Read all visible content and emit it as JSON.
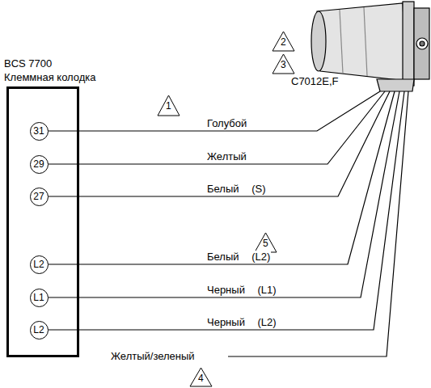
{
  "diagram": {
    "nodes": [
      {
        "text": [
          "BCS 7700",
          "Клеммная колодка"
        ]
      },
      {
        "text": [
          "31"
        ],
        "in": 0
      },
      {
        "text": [
          "29"
        ],
        "in": 0
      },
      {
        "text": [
          "27"
        ],
        "in": 0
      },
      {
        "text": [
          "L2"
        ],
        "in": 0
      },
      {
        "text": [
          "L1"
        ],
        "in": 0
      },
      {
        "text": [
          "L2"
        ],
        "in": 0
      },
      {
        "text": [
          "C7012E,F"
        ]
      }
    ],
    "edges": [
      {
        "from": 1,
        "to": 7,
        "label": "Голубой",
        "arrow": "none"
      },
      {
        "from": 2,
        "to": 7,
        "label": "Желтый",
        "arrow": "none"
      },
      {
        "from": 3,
        "to": 7,
        "label": "Белый (S)",
        "arrow": "none"
      },
      {
        "from": 4,
        "to": 7,
        "label": "Белый (L2)",
        "arrow": "none"
      },
      {
        "from": 5,
        "to": 7,
        "label": "Черный (L1)",
        "arrow": "none"
      },
      {
        "from": 6,
        "to": 7,
        "label": "Черный (L2)",
        "arrow": "none"
      }
    ],
    "labels": [
      "1",
      "2",
      "3",
      "5",
      "4",
      "Желтый/зеленый"
    ]
  }
}
